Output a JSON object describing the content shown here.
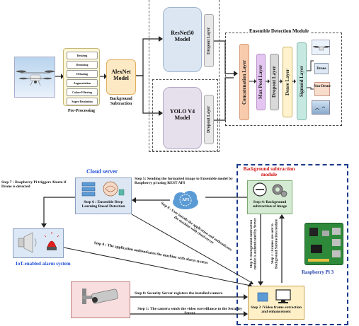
{
  "top": {
    "preprocessing_steps": [
      "Resizing",
      "Denoising",
      "Debazing",
      "Augmentation",
      "Colour Filtering",
      "Super Resolution"
    ],
    "preprocessing_label": "Pre-Processing",
    "alexnet_label": "AlexNet Model",
    "background_subtraction_label": "Background Subtraction",
    "resnet_label": "ResNet50 Model",
    "yolo_label": "YOLO V4 Model",
    "dropout_label": "Dropout Layer",
    "ensemble_module_label": "Ensemble Detection Module",
    "concat_label": "Concatenation Layer",
    "maxpool_label": "Max Pool Layer",
    "dropout2_label": "Dropout Layer",
    "dense_label": "Dense Layer",
    "sigmoid_label": "Sigmoid Layer",
    "drone_label": "Drone",
    "nondrone_label": "Non-Drone"
  },
  "bottom": {
    "cloud_server_title": "Cloud server",
    "step7": "Step 7 : Raspberry Pi triggers Alarm if Drone is detected",
    "step6": "Step 6 : Ensemble Deep Learning Based Detection",
    "step5": "Step 5: Sending the formatted image to Ensemble model by Raspberry pi using REST API",
    "api_label": "API",
    "bg_module_title": "Background subtraction module",
    "step4": "Step 4: Background subtraction of image",
    "alarm_title": "IoT-enabled alarm system",
    "step0_app_cloud": "Step 0 : User installs the application and authenticates the machine with cloud server",
    "step0_app_alarm": "Step 0 : The application authenticates the machine with alarm system",
    "step0_bg_server": "Step 0: Background subtraction module is authenticated by Server",
    "step3": "Step 3 : Frames are sent to Background Subtraction module",
    "rpi_label": "Raspberry Pi 3",
    "step0_camera": "Step 0: Security Server registers the installed camera",
    "step1": "Step 1: The camera sends the video surveillance to the Security Server",
    "step2": "Step 2 :Video frame extraction and enhancement"
  },
  "colors": {
    "resnet_box": "#dce6f2",
    "yolo_box": "#e6e0ec",
    "alexnet_box": "#fde9c4",
    "concat_layer": "#f8cbad",
    "maxpool_layer": "#e4c4f0",
    "dropout2_layer": "#d9d9d9",
    "dense_layer": "#fff2cc",
    "sigmoid_layer": "#c5e8e0",
    "cloud_box": "#dde7f3",
    "alarm_box": "#dce8f6",
    "bg_box": "#d5ead3",
    "camera_box": "#f8dede",
    "step2_box": "#fff0c8",
    "cloud_title": "#1f4fd8",
    "bg_title": "#d01010",
    "rpi_title": "#1f3fa8",
    "dashed_border": "#1a3a8a"
  }
}
